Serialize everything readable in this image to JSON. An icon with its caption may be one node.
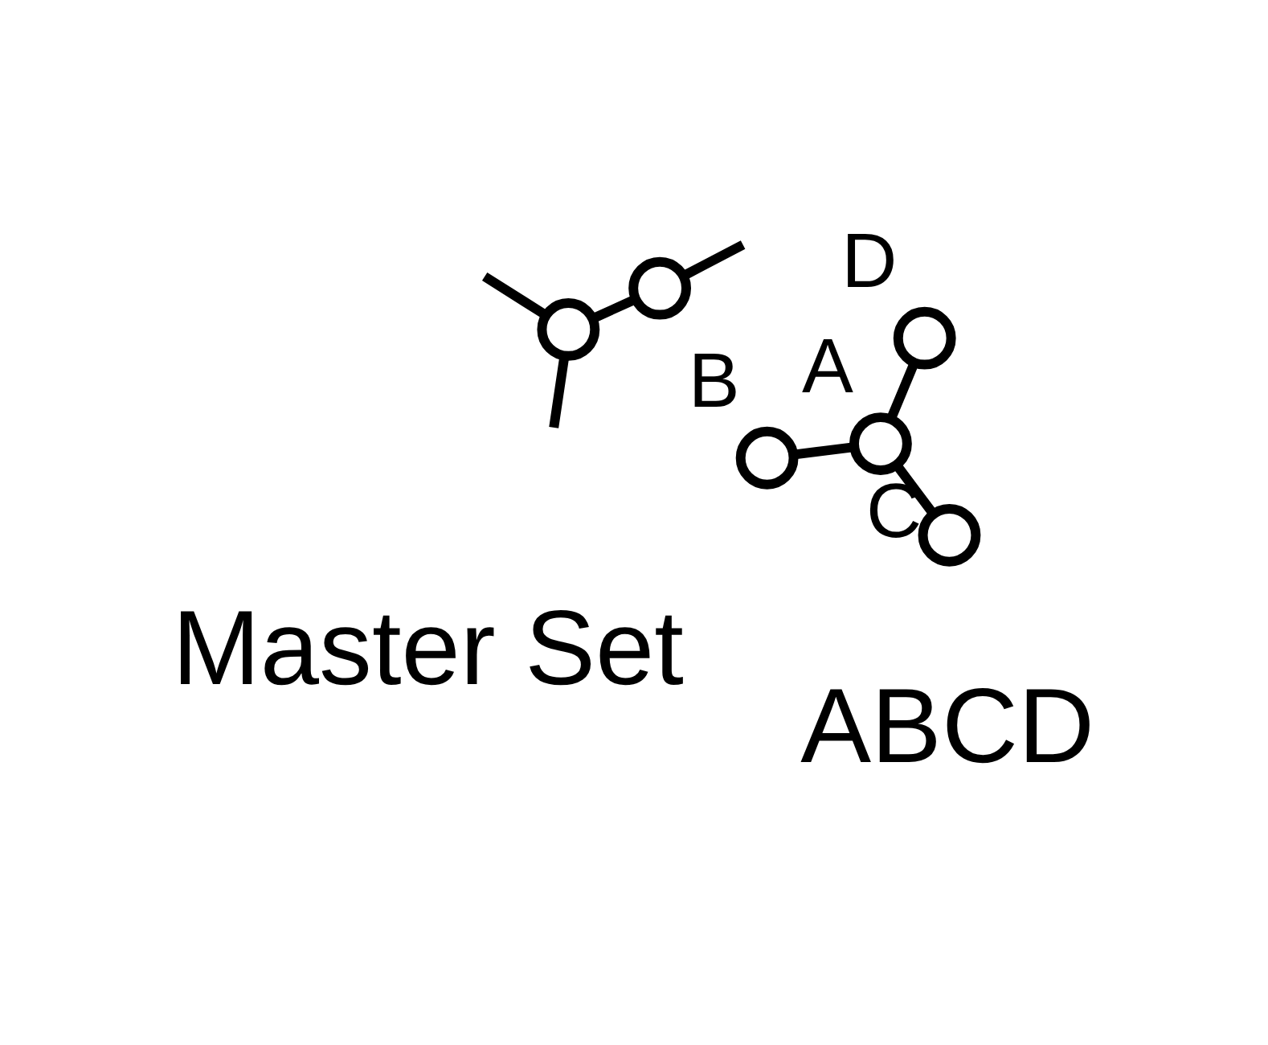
{
  "diagram": {
    "nodes": [
      {
        "text": [],
        "shape": "circle",
        "beside": [
          "B"
        ]
      },
      {
        "text": [],
        "shape": "circle"
      },
      {
        "text": [],
        "shape": "circle"
      },
      {
        "text": [],
        "shape": "circle",
        "beside": [
          "A"
        ]
      },
      {
        "text": [],
        "shape": "circle",
        "beside": [
          "C"
        ]
      },
      {
        "text": [],
        "shape": "circle",
        "beside": [
          "D"
        ]
      }
    ],
    "edges": [
      {
        "from": 0,
        "to": 3,
        "arrow": "none"
      },
      {
        "from": 3,
        "to": 4,
        "arrow": "none"
      },
      {
        "from": 3,
        "to": 5,
        "arrow": "none"
      },
      {
        "from": null,
        "to": 1,
        "arrow": "none"
      },
      {
        "from": null,
        "to": 1,
        "arrow": "none"
      },
      {
        "from": 1,
        "to": 2,
        "arrow": "none"
      },
      {
        "from": 2,
        "to": null,
        "arrow": "none"
      }
    ],
    "labels": [
      "Master Set",
      "ABCD"
    ]
  }
}
